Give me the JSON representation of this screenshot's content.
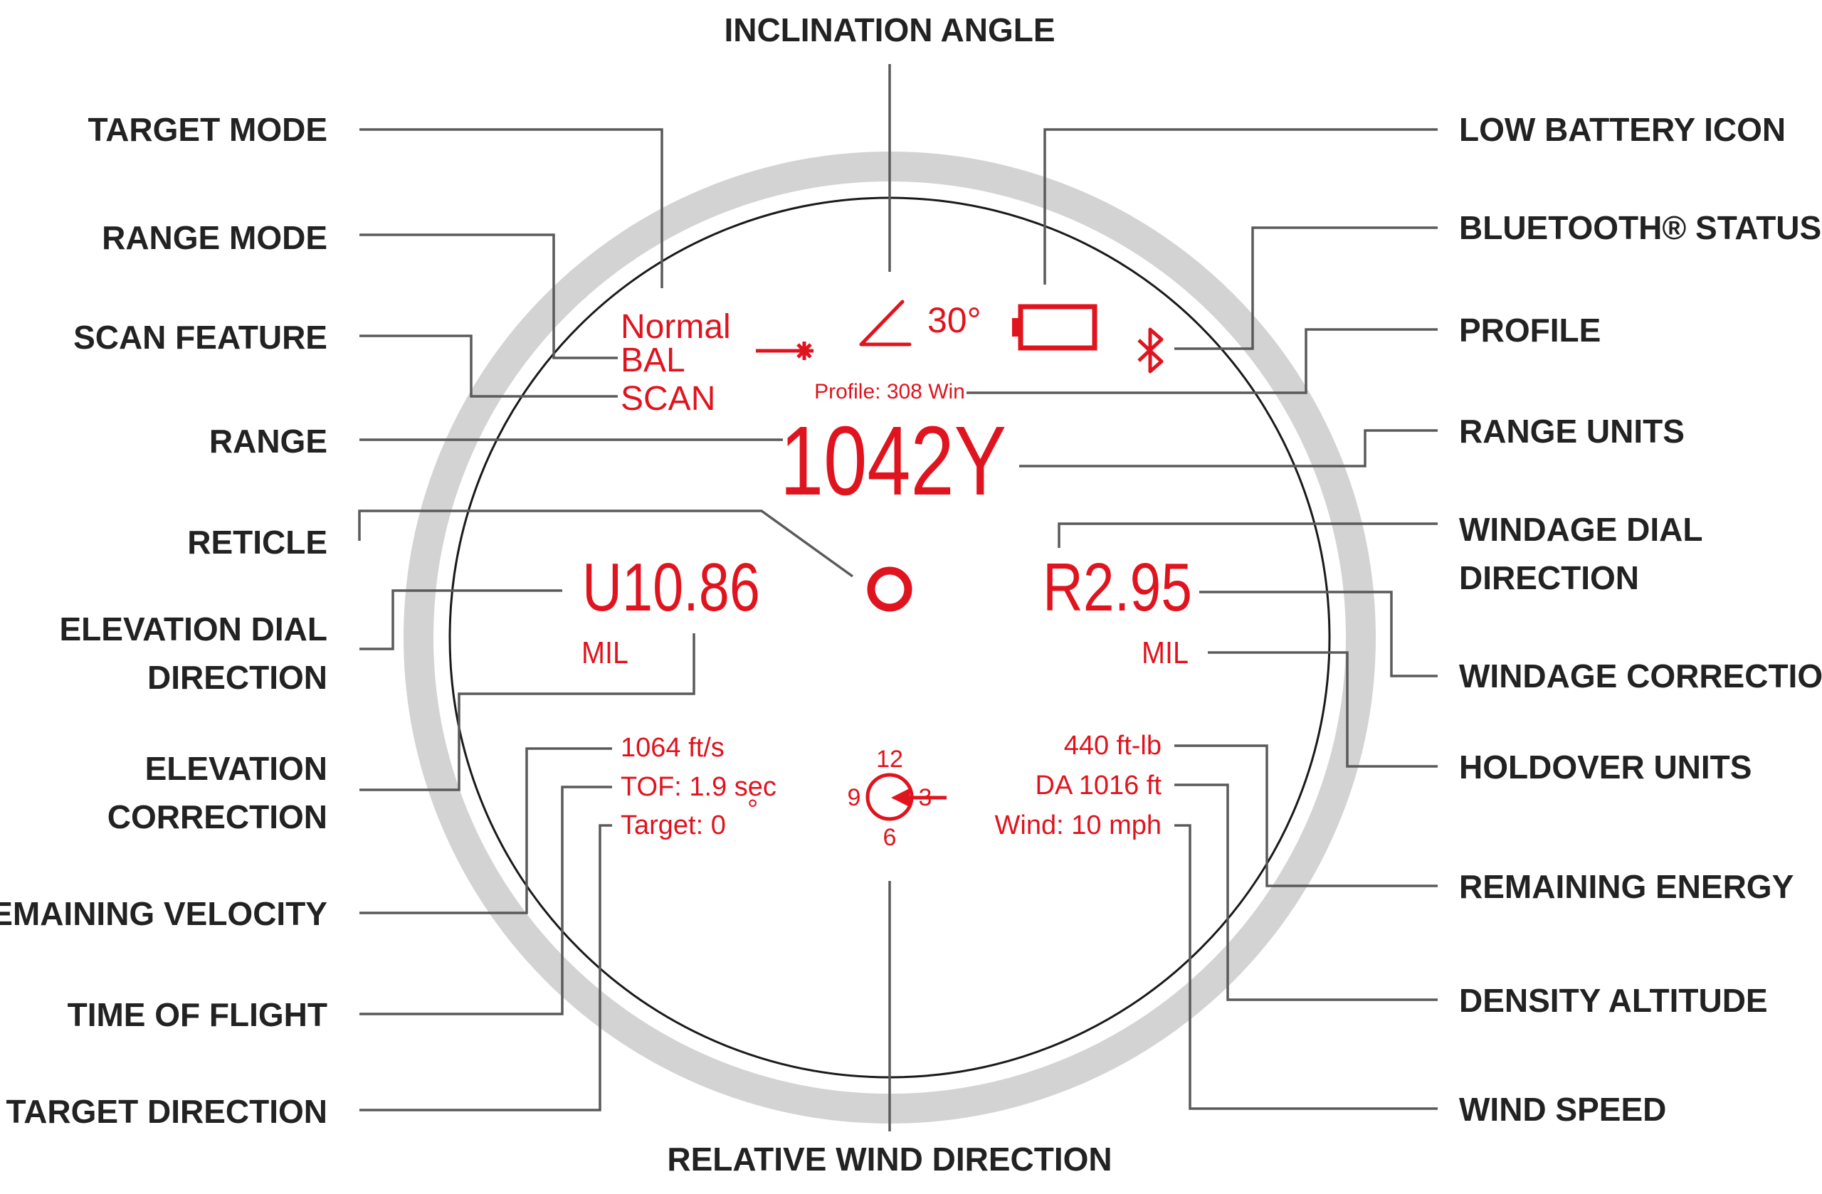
{
  "colors": {
    "display_red": "#e0141e",
    "ring_gray": "#d3d3d3",
    "label_text": "#222222",
    "leader_line": "#5a5a5a"
  },
  "callouts": {
    "inclination_angle": "INCLINATION ANGLE",
    "target_mode": "TARGET MODE",
    "range_mode": "RANGE MODE",
    "scan_feature": "SCAN FEATURE",
    "range": "RANGE",
    "reticle": "RETICLE",
    "elevation_dial_direction": [
      "ELEVATION DIAL",
      "DIRECTION"
    ],
    "elevation_correction": [
      "ELEVATION",
      "CORRECTION"
    ],
    "remaining_velocity": "REMAINING VELOCITY",
    "time_of_flight": "TIME OF FLIGHT",
    "target_direction": "TARGET DIRECTION",
    "relative_wind_direction": "RELATIVE WIND DIRECTION",
    "low_battery_icon": "LOW BATTERY ICON",
    "bluetooth_status": "BLUETOOTH® STATUS",
    "profile": "PROFILE",
    "range_units": "RANGE UNITS",
    "windage_dial_direction": [
      "WINDAGE DIAL",
      "DIRECTION"
    ],
    "windage_correction": "WINDAGE CORRECTION",
    "holdover_units": "HOLDOVER UNITS",
    "remaining_energy": "REMAINING ENERGY",
    "density_altitude": "DENSITY ALTITUDE",
    "wind_speed": "WIND SPEED"
  },
  "display": {
    "target_mode": "Normal",
    "range_mode": "BAL",
    "scan": "SCAN",
    "inclination": "30°",
    "profile": "Profile: 308 Win",
    "range": "1042Y",
    "elevation": "U10.86",
    "elevation_units": "MIL",
    "windage": "R2.95",
    "windage_units": "MIL",
    "velocity": "1064 ft/s",
    "tof": "TOF: 1.9 sec",
    "target": "Target: 0",
    "target_degree": "°",
    "energy": "440 ft-lb",
    "density_altitude": "DA 1016 ft",
    "wind": "Wind: 10 mph",
    "clock": {
      "n12": "12",
      "n3": "3",
      "n6": "6",
      "n9": "9"
    }
  },
  "icons": [
    "laser-icon",
    "inclination-angle-icon",
    "battery-icon",
    "bluetooth-icon",
    "reticle-icon",
    "wind-clock-icon",
    "wind-arrow-icon"
  ]
}
